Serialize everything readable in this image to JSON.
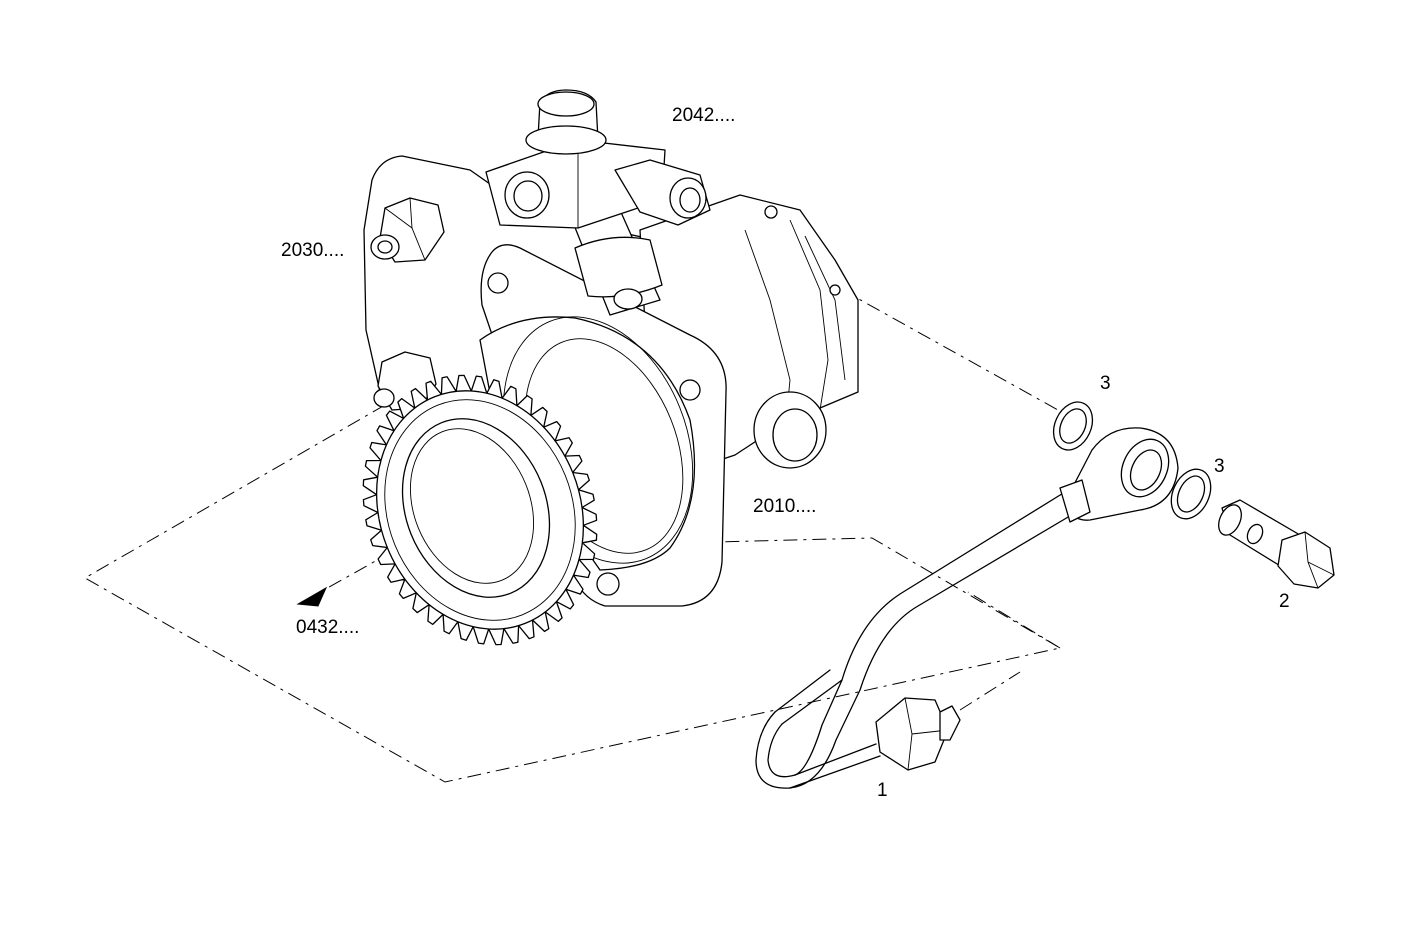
{
  "callouts": {
    "ref_2042": "2042....",
    "ref_2030": "2030....",
    "ref_2010": "2010....",
    "ref_0432": "0432....",
    "item_3a": "3",
    "item_3b": "3",
    "item_2": "2",
    "item_1": "1"
  }
}
